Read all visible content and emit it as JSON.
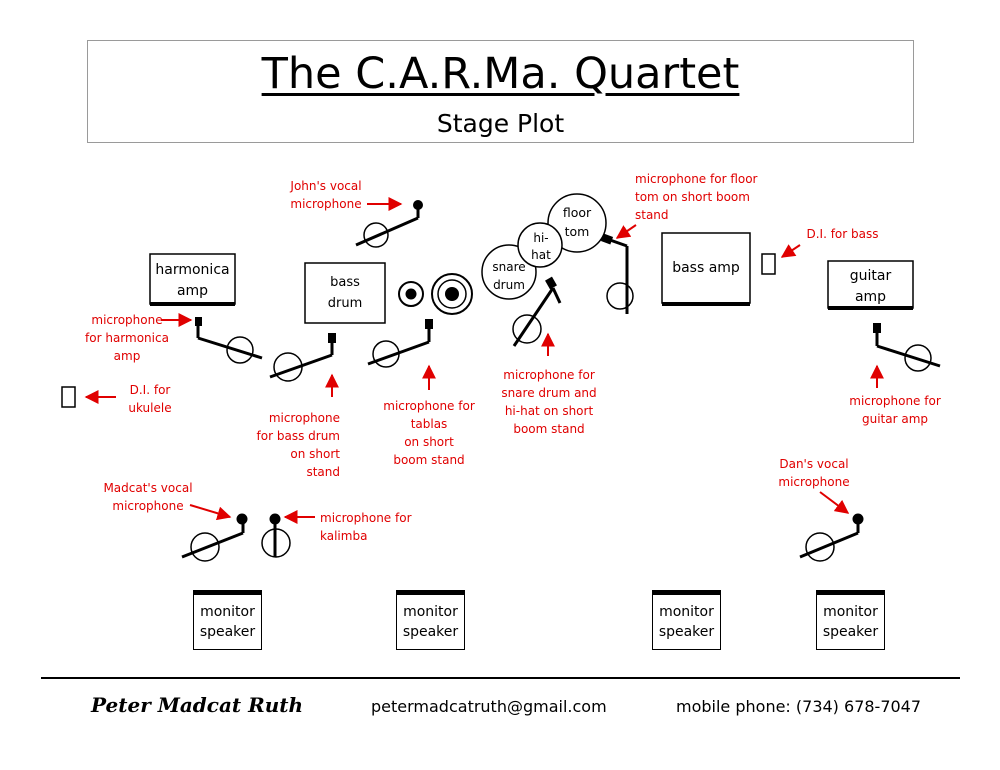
{
  "header": {
    "title": "The C.A.R.Ma. Quartet",
    "subtitle": "Stage Plot"
  },
  "equipment": {
    "harmonica_amp": "harmonica\namp",
    "bass_drum": "bass\ndrum",
    "bass_amp": "bass amp",
    "guitar_amp": "guitar\namp",
    "floor_tom": "floor\ntom",
    "hi_hat": "hi-\nhat",
    "snare_drum": "snare\ndrum"
  },
  "labels": {
    "johns_vocal_mic": "John's vocal\nmicrophone",
    "floor_tom_mic": "microphone for floor\ntom on short boom\nstand",
    "di_bass": "D.I. for bass",
    "harmonica_mic": "microphone\nfor harmonica amp",
    "di_ukulele": "D.I. for\nukulele",
    "bass_drum_mic": "microphone\nfor bass drum\non short\nstand",
    "tablas_mic": "microphone for\ntablas\non short\nboom stand",
    "snare_hihat_mic": "microphone for\nsnare drum and\nhi-hat on short\nboom stand",
    "guitar_amp_mic": "microphone for\nguitar amp",
    "madcat_vocal_mic": "Madcat's vocal\nmicrophone",
    "kalimba_mic": "microphone for\nkalimba",
    "dans_vocal_mic": "Dan's  vocal\nmicrophone"
  },
  "monitors": [
    "monitor\nspeaker",
    "monitor\nspeaker",
    "monitor\nspeaker",
    "monitor\nspeaker"
  ],
  "footer": {
    "name": "Peter Madcat Ruth",
    "email": "petermadcatruth@gmail.com",
    "phone": "mobile phone: (734) 678-7047"
  },
  "colors": {
    "annotation": "#e00000",
    "ink": "#000000"
  }
}
